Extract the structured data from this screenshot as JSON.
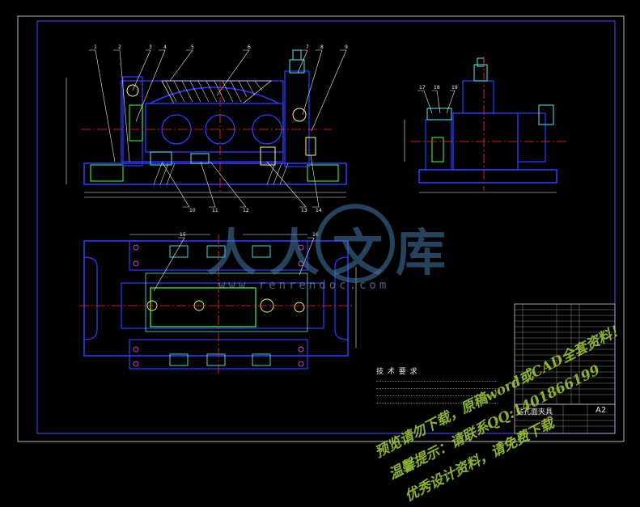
{
  "title_block": {
    "drawing_name": "钻孔面夹具",
    "sheet_size": "A2"
  },
  "technical_requirements": {
    "heading": "技 术 要 求"
  },
  "watermark": {
    "logo_text": "人人文库",
    "url": "www.renrendoc.com",
    "line1": "预览请勿下载，原稿word或CAD全套资料！",
    "line2": "温馨提示：请联系QQ:1401866199",
    "line3": "优秀设计资料，请免费下载"
  },
  "part_callouts": [
    "1",
    "2",
    "3",
    "4",
    "5",
    "6",
    "7",
    "8",
    "9",
    "10",
    "11",
    "12",
    "13",
    "14",
    "15",
    "16",
    "17",
    "18",
    "19"
  ],
  "colors": {
    "background": "#000000",
    "frame": "#c8c8c8",
    "outline": "#2f3cff",
    "part": "#58e6e6",
    "centerline": "#ff2a2a",
    "hatch": "#e0e0e0",
    "highlight": "#4cff4c",
    "yellow": "#ffff55",
    "leader": "#f0f0f0"
  }
}
